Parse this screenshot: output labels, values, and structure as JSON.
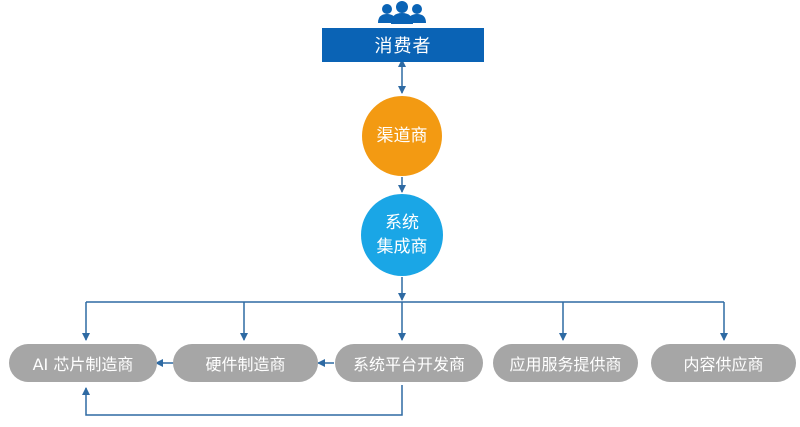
{
  "consumer": {
    "label": "消费者"
  },
  "channel": {
    "label": "渠道商"
  },
  "integrator": {
    "line1": "系统",
    "line2": "集成商"
  },
  "bottom_nodes": [
    {
      "label": "AI 芯片制造商"
    },
    {
      "label": "硬件制造商"
    },
    {
      "label": "系统平台开发商"
    },
    {
      "label": "应用服务提供商"
    },
    {
      "label": "内容供应商"
    }
  ],
  "colors": {
    "consumer": "#0a63b5",
    "channel": "#f39a12",
    "integrator": "#1aa6e6",
    "pill": "#a6a6a6",
    "arrow": "#2e6aa3"
  },
  "icons": {
    "consumer": "users-icon"
  }
}
